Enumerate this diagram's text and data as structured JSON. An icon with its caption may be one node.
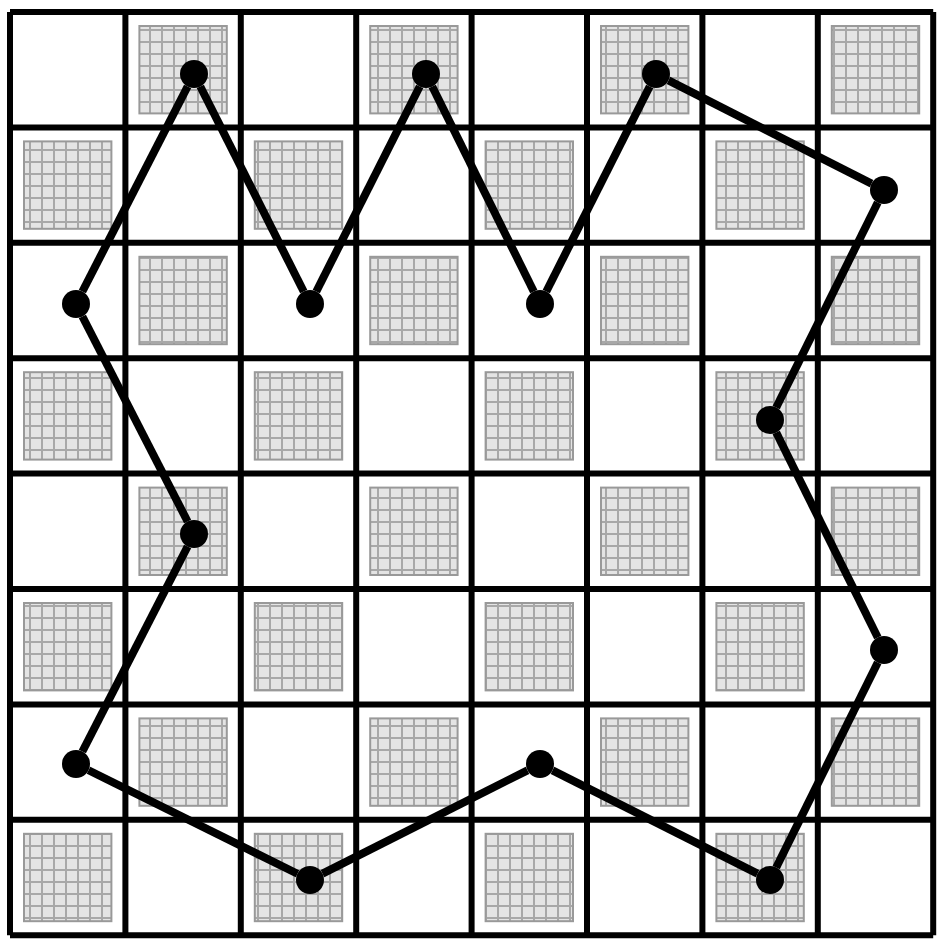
{
  "diagram": {
    "nodes": [
      {
        "text": [],
        "shape": "circle"
      },
      {
        "text": [],
        "shape": "circle"
      },
      {
        "text": [],
        "shape": "circle"
      },
      {
        "text": [],
        "shape": "circle"
      },
      {
        "text": [],
        "shape": "circle"
      },
      {
        "text": [],
        "shape": "circle"
      },
      {
        "text": [],
        "shape": "circle"
      },
      {
        "text": [],
        "shape": "circle"
      },
      {
        "text": [],
        "shape": "circle"
      },
      {
        "text": [],
        "shape": "circle"
      },
      {
        "text": [],
        "shape": "circle"
      },
      {
        "text": [],
        "shape": "circle"
      },
      {
        "text": [],
        "shape": "circle"
      },
      {
        "text": [],
        "shape": "circle"
      }
    ],
    "edges": [
      {
        "from": 0,
        "to": 5,
        "arrow": "none"
      },
      {
        "from": 5,
        "to": 1,
        "arrow": "none"
      },
      {
        "from": 1,
        "to": 6,
        "arrow": "none"
      },
      {
        "from": 6,
        "to": 2,
        "arrow": "none"
      },
      {
        "from": 2,
        "to": 3,
        "arrow": "none"
      },
      {
        "from": 3,
        "to": 7,
        "arrow": "none"
      },
      {
        "from": 7,
        "to": 9,
        "arrow": "none"
      },
      {
        "from": 9,
        "to": 13,
        "arrow": "none"
      },
      {
        "from": 13,
        "to": 11,
        "arrow": "none"
      },
      {
        "from": 11,
        "to": 12,
        "arrow": "none"
      },
      {
        "from": 12,
        "to": 10,
        "arrow": "none"
      },
      {
        "from": 10,
        "to": 8,
        "arrow": "none"
      },
      {
        "from": 8,
        "to": 4,
        "arrow": "none"
      },
      {
        "from": 4,
        "to": 0,
        "arrow": "none"
      }
    ]
  }
}
